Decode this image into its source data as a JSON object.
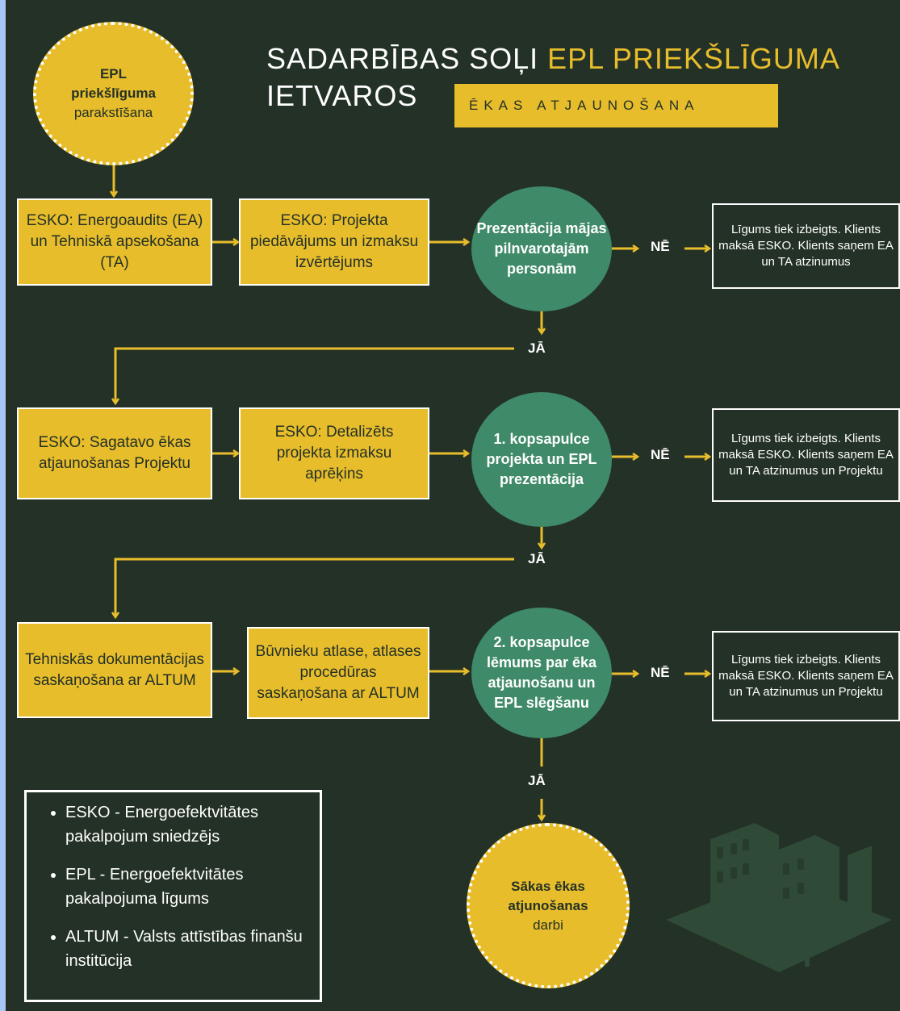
{
  "title": {
    "line1": "SADARBĪBAS SOĻI ",
    "line1_highlight": "EPL PRIEKŠLĪGUMA",
    "line2": "IETVAROS",
    "tag": "ĒKAS ATJAUNOŠANA"
  },
  "start": {
    "bold": "EPL priekšlīguma",
    "normal": "parakstīšana"
  },
  "row1": {
    "box1": "ESKO: Energoaudits (EA) un Tehniskā apsekošana (TA)",
    "box2": "ESKO: Projekta piedāvājums un izmaksu izvērtējums",
    "decision": "Prezentācija mājas pilnvarotajām personām",
    "no_label": "NĒ",
    "no_result": "Līgums tiek izbeigts. Klients maksā ESKO. Klients saņem EA un TA atzinumus",
    "yes_label": "JĀ"
  },
  "row2": {
    "box1": "ESKO: Sagatavo ēkas atjaunošanas Projektu",
    "box2": "ESKO: Detalizēts projekta izmaksu aprēķins",
    "decision": "1. kopsapulce projekta un EPL prezentācija",
    "no_label": "NĒ",
    "no_result": "Līgums tiek izbeigts. Klients maksā ESKO. Klients saņem EA un TA atzinumus un Projektu",
    "yes_label": "JĀ"
  },
  "row3": {
    "box1": "Tehniskās dokumentācijas saskaņošana ar ALTUM",
    "box2": "Būvnieku atlase, atlases procedūras saskaņošana ar ALTUM",
    "decision": "2. kopsapulce lēmums par ēka atjaunošanu un EPL slēgšanu",
    "no_label": "NĒ",
    "no_result": "Līgums tiek izbeigts. Klients maksā ESKO. Klients saņem EA un TA atzinumus un Projektu",
    "yes_label": "JĀ"
  },
  "end": {
    "bold": "Sākas ēkas atjunošanas",
    "normal": "darbi"
  },
  "legend": [
    "ESKO - Energoefektvitātes pakalpojum sniedzējs",
    "EPL - Energoefektvitātes pakalpojuma līgums",
    "ALTUM - Valsts attīstības finanšu institūcija"
  ],
  "colors": {
    "background": "#233126",
    "accent": "#e8bd2c",
    "decision": "#3f8a68",
    "text_light": "#ffffff",
    "edge": "#a9c7f3",
    "building": "#2f4a36"
  }
}
